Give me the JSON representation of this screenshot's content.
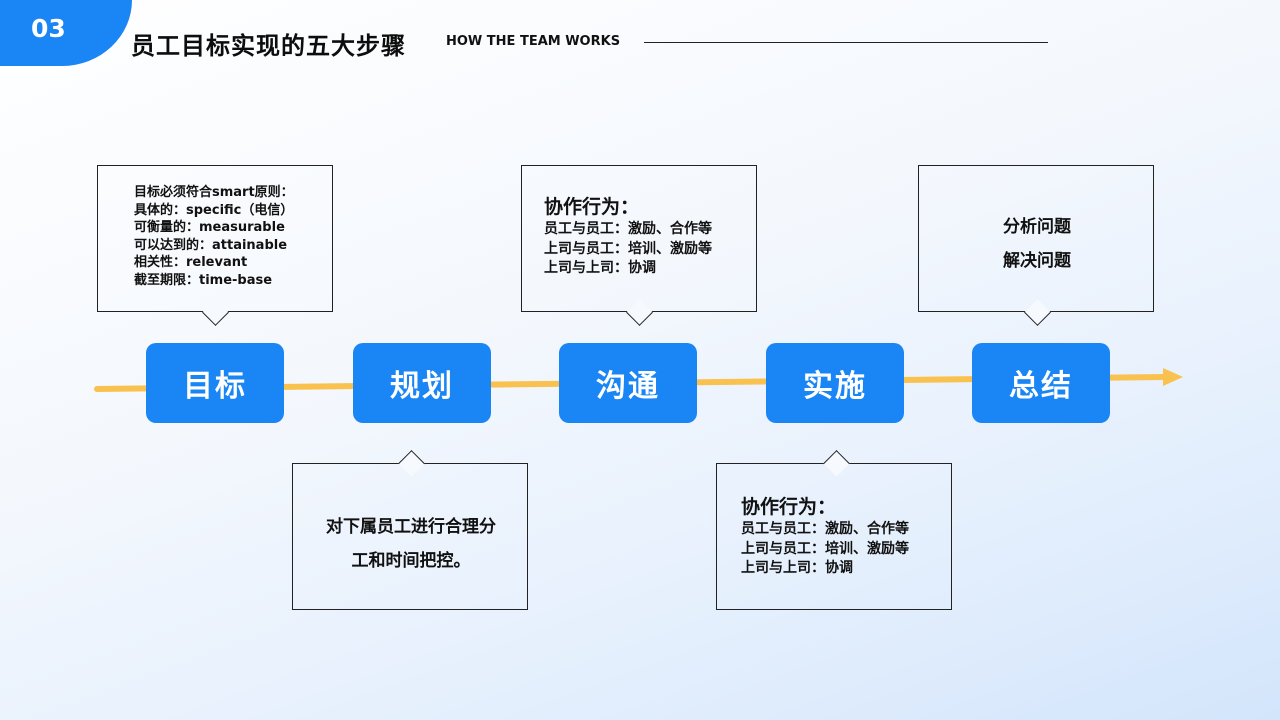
{
  "header": {
    "section_number": "03",
    "title": "员工目标实现的五大步骤",
    "subtitle": "HOW THE TEAM WORKS"
  },
  "steps": [
    {
      "label": "目标"
    },
    {
      "label": "规划"
    },
    {
      "label": "沟通"
    },
    {
      "label": "实施"
    },
    {
      "label": "总结"
    }
  ],
  "callouts": {
    "goal": {
      "lines": [
        "目标必须符合smart原则：",
        "具体的：specific（电信）",
        "可衡量的：measurable",
        "可以达到的：attainable",
        "相关性：relevant",
        "截至期限：time-base"
      ]
    },
    "plan": {
      "lines": [
        "对下属员工进行合理分",
        "工和时间把控。"
      ]
    },
    "communicate": {
      "heading": "协作行为：",
      "lines": [
        "员工与员工：激励、合作等",
        "上司与员工：培训、激励等",
        "上司与上司：协调"
      ]
    },
    "implement": {
      "heading": "协作行为：",
      "lines": [
        "员工与员工：激励、合作等",
        "上司与员工：培训、激励等",
        "上司与上司：协调"
      ]
    },
    "summary": {
      "lines": [
        "分析问题",
        "解决问题"
      ]
    }
  },
  "colors": {
    "accent_blue": "#1a85f5",
    "arrow_yellow": "#f9c14e"
  }
}
